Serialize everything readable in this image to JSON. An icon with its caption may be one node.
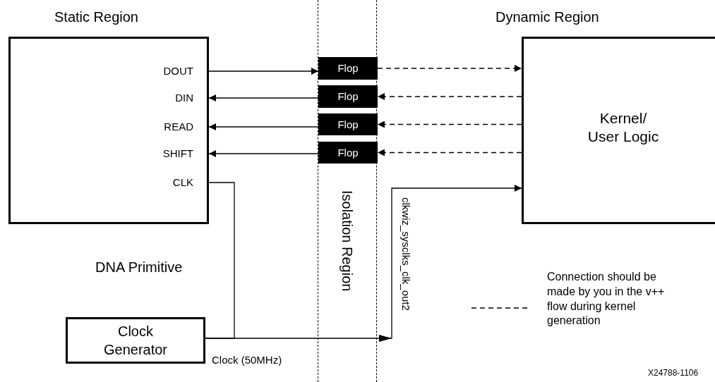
{
  "diagram": {
    "nodes": [
      {
        "text": [
          "Static Region"
        ]
      },
      {
        "text": [
          "DOUT"
        ],
        "in": 0
      },
      {
        "text": [
          "DIN"
        ],
        "in": 0
      },
      {
        "text": [
          "READ"
        ],
        "in": 0
      },
      {
        "text": [
          "SHIFT"
        ],
        "in": 0
      },
      {
        "text": [
          "CLK"
        ],
        "in": 0
      },
      {
        "text": [
          "Isolation Region"
        ]
      },
      {
        "text": [
          "Flop"
        ],
        "in": 6
      },
      {
        "text": [
          "Flop"
        ],
        "in": 6
      },
      {
        "text": [
          "Flop"
        ],
        "in": 6
      },
      {
        "text": [
          "Flop"
        ],
        "in": 6
      },
      {
        "text": [
          "Dynamic Region",
          "Kernel/ User Logic"
        ]
      },
      {
        "text": [
          "Clock Generator"
        ]
      }
    ],
    "edges": [
      {
        "from": 1,
        "to": 7,
        "arrow": "to"
      },
      {
        "from": 8,
        "to": 2,
        "arrow": "to"
      },
      {
        "from": 9,
        "to": 3,
        "arrow": "to"
      },
      {
        "from": 10,
        "to": 4,
        "arrow": "to"
      },
      {
        "from": 7,
        "to": 11,
        "arrow": "to",
        "style": "dashed"
      },
      {
        "from": 11,
        "to": 8,
        "arrow": "to",
        "style": "dashed"
      },
      {
        "from": 11,
        "to": 9,
        "arrow": "to",
        "style": "dashed"
      },
      {
        "from": 11,
        "to": 10,
        "arrow": "to",
        "style": "dashed"
      },
      {
        "from": 12,
        "to": 5,
        "arrow": "none"
      },
      {
        "from": 12,
        "to": 11,
        "arrow": "to",
        "label": "Clock (50MHz)"
      }
    ],
    "labels": [
      "DNA Primitive",
      "clkwiz_sysclks_clk_out2",
      "X24788-1106"
    ],
    "legend": [
      {
        "text": "Connection should be made by you in the v++ flow during kernel generation"
      }
    ]
  }
}
